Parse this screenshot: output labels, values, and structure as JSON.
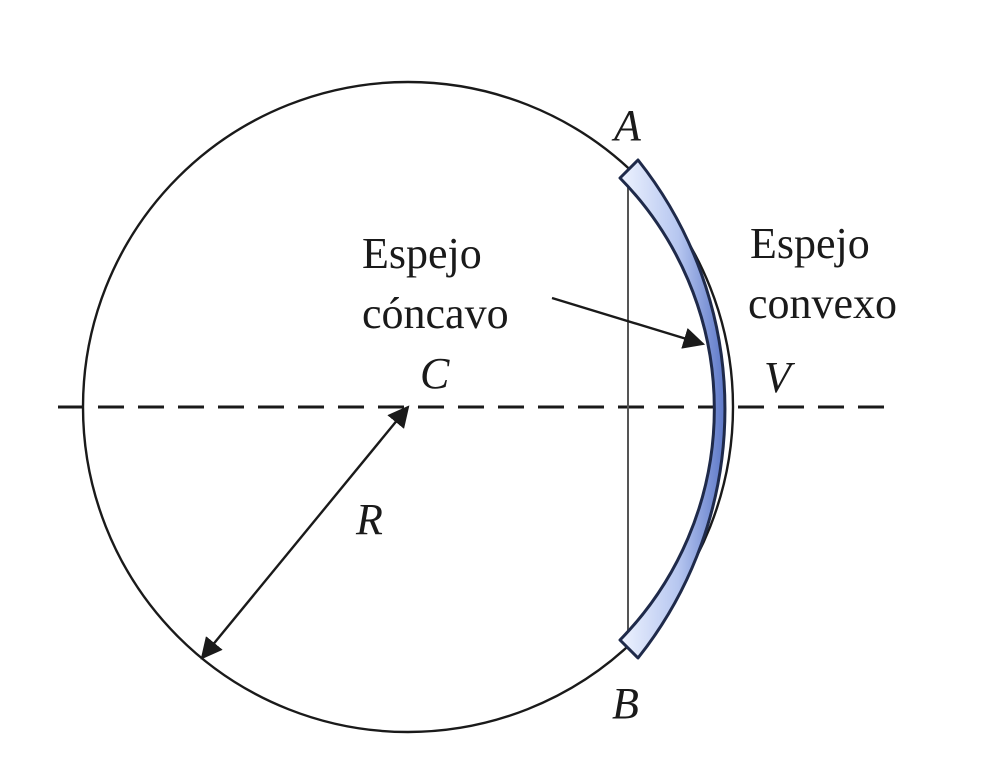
{
  "labels": {
    "point_a": "A",
    "point_b": "B",
    "point_c": "C",
    "point_v": "V",
    "radius": "R",
    "concave_line1": "Espejo",
    "concave_line2": "cóncavo",
    "convex_line1": "Espejo",
    "convex_line2": "convexo"
  },
  "colors": {
    "stroke": "#1a1a1a",
    "mirror_light": "#eef3ff",
    "mirror_dark": "#5d78c8",
    "mirror_edge": "#1f2a4a"
  }
}
